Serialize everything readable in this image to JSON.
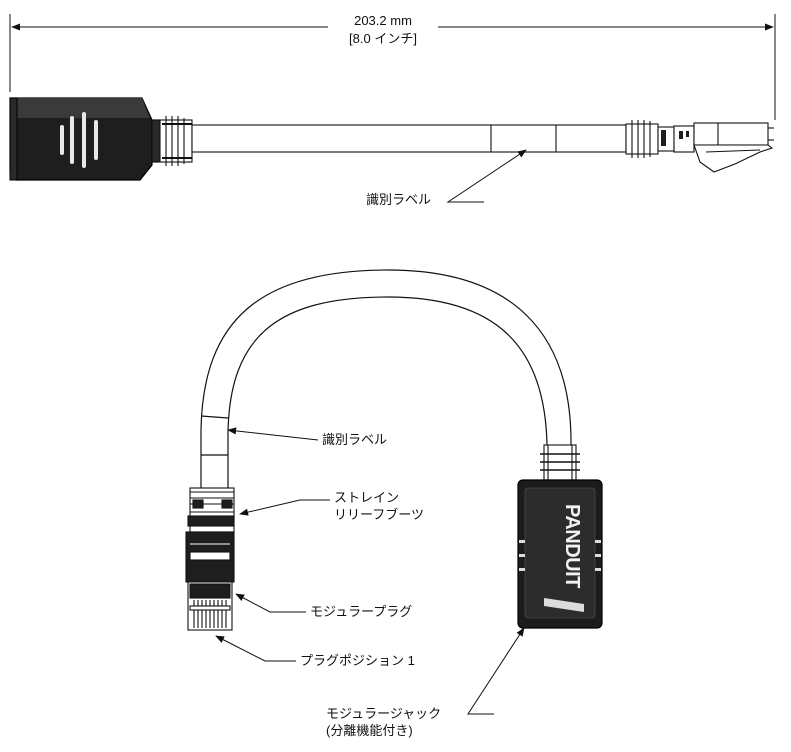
{
  "dimension": {
    "metric": "203.2 mm",
    "imperial": "[8.0 インチ]"
  },
  "labels": {
    "id_label_top": "識別ラベル",
    "id_label_bottom": "識別ラベル",
    "strain_relief_line1": "ストレイン",
    "strain_relief_line2": "リリーフブーツ",
    "modular_plug": "モジュラープラグ",
    "plug_position": "プラグポジション 1",
    "modular_jack_line1": "モジュラージャック",
    "modular_jack_line2": "(分離機能付き)",
    "brand_logo": "PANDUIT"
  }
}
